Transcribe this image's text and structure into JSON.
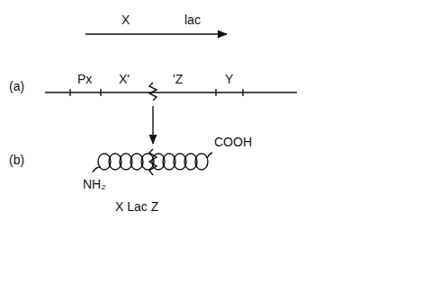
{
  "diagram": {
    "labels": [
      "X",
      "lac",
      "(a)",
      "Px",
      "X'",
      "'Z",
      "Y",
      "(b)",
      "NH₂",
      "COOH",
      "X Lac Z"
    ]
  }
}
